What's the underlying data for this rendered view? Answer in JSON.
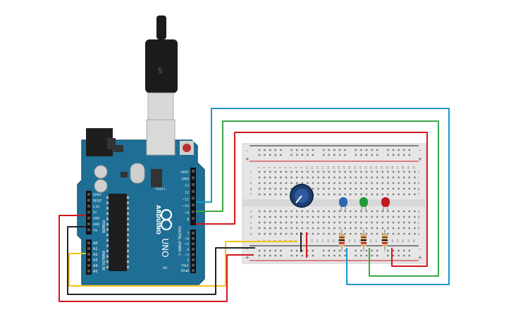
{
  "board": {
    "logo": "ARDUINO",
    "model": "UNO",
    "power_header": "POWER",
    "analog_header": "ANALOG IN",
    "digital_header": "DIGITAL (PWM~)",
    "led_labels": [
      "TX",
      "RX",
      "L",
      "ON"
    ],
    "power_pins": [
      "IOREF",
      "RESET",
      "3.3V",
      "5V",
      "GND",
      "GND",
      "Vin"
    ],
    "analog_pins": [
      "A0",
      "A1",
      "A2",
      "A3",
      "A4",
      "A5"
    ],
    "digital_pins": [
      "AREF",
      "GND",
      "13",
      "12",
      "~11",
      "~10",
      "~9",
      "8"
    ],
    "digital_pins_low": [
      "7",
      "~6",
      "~5",
      "4",
      "~3",
      "2",
      "TX▸1",
      "RX◂0"
    ]
  },
  "breadboard": {
    "top_rail_signs": [
      "-",
      "+"
    ],
    "bottom_rail_signs": [
      "-",
      "+"
    ],
    "row_letters_top": [
      "j",
      "i",
      "h",
      "g",
      "f"
    ],
    "row_letters_bottom": [
      "e",
      "d",
      "c",
      "b",
      "a"
    ],
    "column_numbers": [
      "1",
      "2",
      "3",
      "4",
      "5",
      "6",
      "7",
      "8",
      "9",
      "10",
      "11",
      "12",
      "13",
      "14",
      "15",
      "16",
      "17",
      "18",
      "19",
      "20",
      "21",
      "22",
      "23",
      "24",
      "25",
      "26",
      "27",
      "28",
      "29",
      "30"
    ]
  },
  "components": {
    "leds": [
      {
        "color": "#2a6ab4"
      },
      {
        "color": "#1e9a3a"
      },
      {
        "color": "#c0181c"
      }
    ]
  },
  "colors": {
    "wire_blue": "#1a97c9",
    "wire_green": "#3aa845",
    "wire_red": "#d2161b",
    "wire_yellow": "#f2c318",
    "wire_black": "#222222",
    "board_teal": "#1f6e96",
    "breadboard": "#e6e6e6"
  }
}
